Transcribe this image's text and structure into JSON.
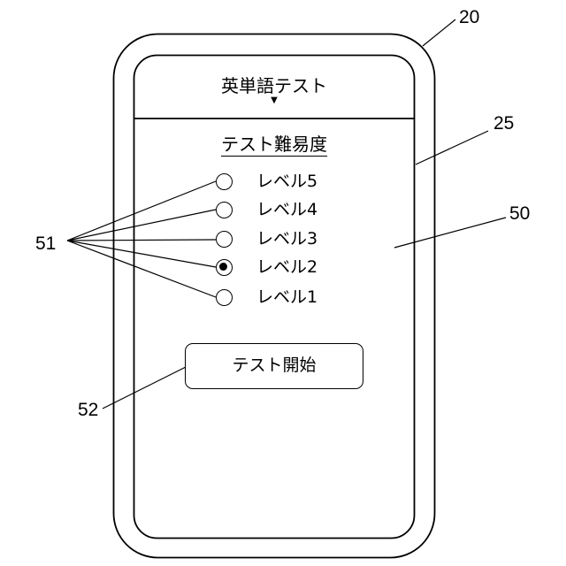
{
  "app": {
    "title": "英単語テスト",
    "dropdown_glyph": "▼"
  },
  "difficulty": {
    "title": "テスト難易度",
    "selected_level": "レベル2",
    "options": [
      {
        "label": "レベル5",
        "selected": false
      },
      {
        "label": "レベル4",
        "selected": false
      },
      {
        "label": "レベル3",
        "selected": false
      },
      {
        "label": "レベル2",
        "selected": true
      },
      {
        "label": "レベル1",
        "selected": false
      }
    ]
  },
  "start_button": {
    "label": "テスト開始"
  },
  "reference_numerals": {
    "device": "20",
    "display": "25",
    "screen": "50",
    "radio_buttons": "51",
    "start_button": "52"
  }
}
